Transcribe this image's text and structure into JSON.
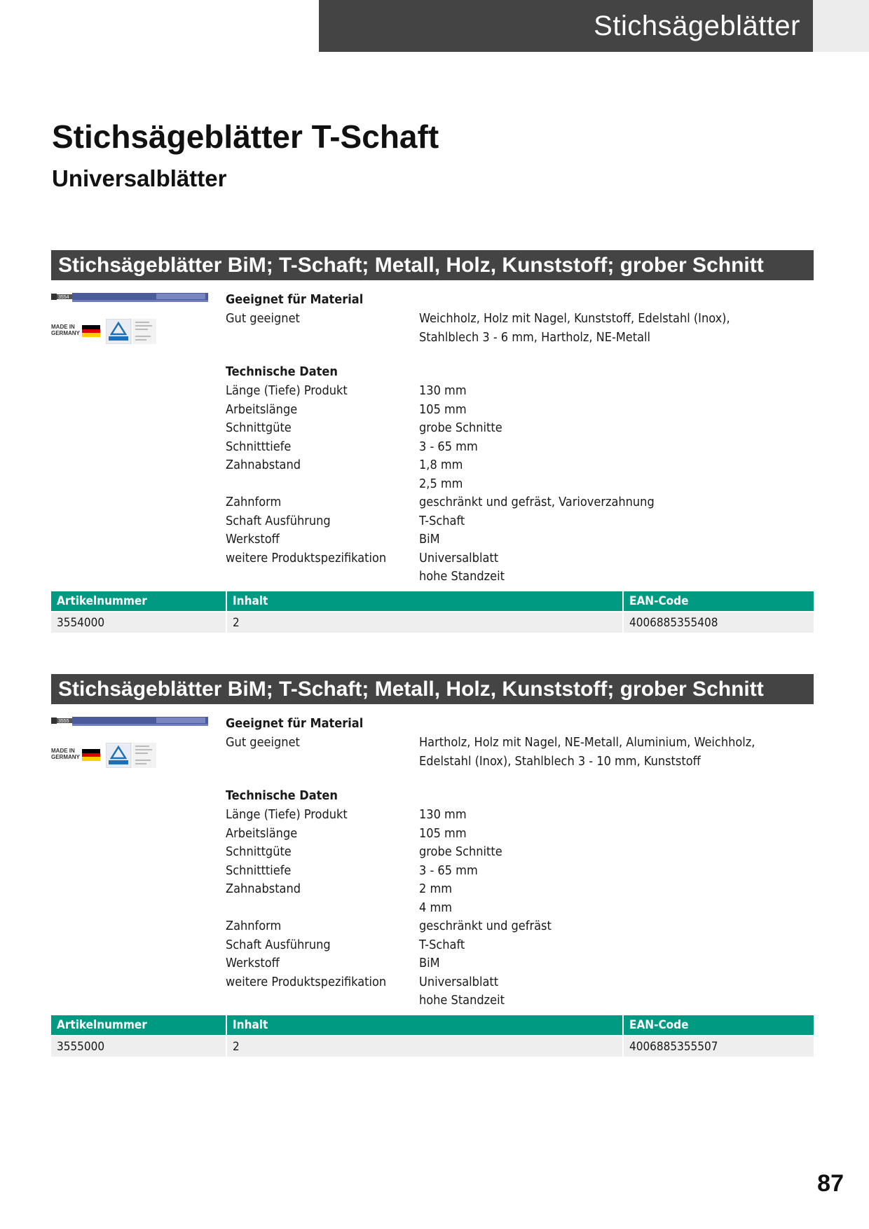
{
  "header": {
    "banner_title": "Stichsägeblätter"
  },
  "page": {
    "title": "Stichsägeblätter T-Schaft",
    "subtitle": "Universalblätter",
    "number": "87"
  },
  "colors": {
    "header_dark": "#444444",
    "table_accent": "#009a82",
    "table_row": "#eeeeee"
  },
  "products": [
    {
      "title": "Stichsägeblätter BiM; T-Schaft; Metall, Holz, Kunststoff; grober Schnitt",
      "blade_code": "3554",
      "made_in": [
        "MADE IN",
        "GERMANY"
      ],
      "suitable_heading": "Geeignet für Material",
      "suitable_label": "Gut geeignet",
      "suitable_lines": [
        "Weichholz, Holz mit Nagel, Kunststoff, Edelstahl (Inox),",
        "Stahlblech 3 - 6 mm, Hartholz, NE-Metall"
      ],
      "tech_heading": "Technische Daten",
      "specs": [
        {
          "label": "Länge (Tiefe) Produkt",
          "values": [
            "130 mm"
          ]
        },
        {
          "label": "Arbeitslänge",
          "values": [
            "105 mm"
          ]
        },
        {
          "label": "Schnittgüte",
          "values": [
            "grobe Schnitte"
          ]
        },
        {
          "label": "Schnitttiefe",
          "values": [
            "3 - 65 mm"
          ]
        },
        {
          "label": "Zahnabstand",
          "values": [
            "1,8 mm",
            "2,5 mm"
          ]
        },
        {
          "label": "Zahnform",
          "values": [
            "geschränkt und gefräst, Varioverzahnung"
          ]
        },
        {
          "label": "Schaft Ausführung",
          "values": [
            "T-Schaft"
          ]
        },
        {
          "label": "Werkstoff",
          "values": [
            "BiM"
          ]
        },
        {
          "label": "weitere Produktspezifikation",
          "values": [
            "Universalblatt",
            "hohe Standzeit"
          ]
        }
      ],
      "table": {
        "headers": [
          "Artikelnummer",
          "Inhalt",
          "EAN-Code"
        ],
        "rows": [
          [
            "3554000",
            "2",
            "4006885355408"
          ]
        ]
      }
    },
    {
      "title": "Stichsägeblätter BiM; T-Schaft; Metall, Holz, Kunststoff; grober Schnitt",
      "blade_code": "3555",
      "made_in": [
        "MADE IN",
        "GERMANY"
      ],
      "suitable_heading": "Geeignet für Material",
      "suitable_label": "Gut geeignet",
      "suitable_lines": [
        "Hartholz, Holz mit Nagel, NE-Metall, Aluminium, Weichholz,",
        "Edelstahl (Inox), Stahlblech 3 - 10 mm, Kunststoff"
      ],
      "tech_heading": "Technische Daten",
      "specs": [
        {
          "label": "Länge (Tiefe) Produkt",
          "values": [
            "130 mm"
          ]
        },
        {
          "label": "Arbeitslänge",
          "values": [
            "105 mm"
          ]
        },
        {
          "label": "Schnittgüte",
          "values": [
            "grobe Schnitte"
          ]
        },
        {
          "label": "Schnitttiefe",
          "values": [
            "3 - 65 mm"
          ]
        },
        {
          "label": "Zahnabstand",
          "values": [
            "2 mm",
            "4 mm"
          ]
        },
        {
          "label": "Zahnform",
          "values": [
            "geschränkt und gefräst"
          ]
        },
        {
          "label": "Schaft Ausführung",
          "values": [
            "T-Schaft"
          ]
        },
        {
          "label": "Werkstoff",
          "values": [
            "BiM"
          ]
        },
        {
          "label": "weitere Produktspezifikation",
          "values": [
            "Universalblatt",
            "hohe Standzeit"
          ]
        }
      ],
      "table": {
        "headers": [
          "Artikelnummer",
          "Inhalt",
          "EAN-Code"
        ],
        "rows": [
          [
            "3555000",
            "2",
            "4006885355507"
          ]
        ]
      }
    }
  ]
}
